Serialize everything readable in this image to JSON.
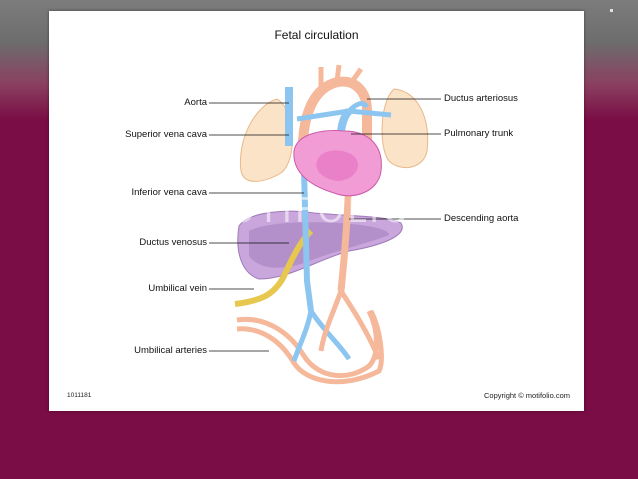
{
  "title": "Fetal circulation",
  "labels_left": [
    {
      "key": "aorta",
      "text": "Aorta"
    },
    {
      "key": "svc",
      "text": "Superior vena cava"
    },
    {
      "key": "ivc",
      "text": "Inferior vena cava"
    },
    {
      "key": "dv",
      "text": "Ductus venosus"
    },
    {
      "key": "uv",
      "text": "Umbilical vein"
    },
    {
      "key": "ua",
      "text": "Umbilical arteries"
    }
  ],
  "labels_right": [
    {
      "key": "da",
      "text": "Ductus arteriosus"
    },
    {
      "key": "pt",
      "text": "Pulmonary trunk"
    },
    {
      "key": "desc",
      "text": "Descending aorta"
    }
  ],
  "watermark": "MOTIFOLIO",
  "image_code": "1011181",
  "copyright": "Copyright © motifolio.com",
  "colors": {
    "background": "#7a0d45",
    "artery": "#f5b89a",
    "vein": "#8cc6f0",
    "heart": "#f29cd6",
    "lung": "#fbe3c8",
    "liver": "#c9a6dc",
    "umbilical_vein": "#e7c84f"
  }
}
